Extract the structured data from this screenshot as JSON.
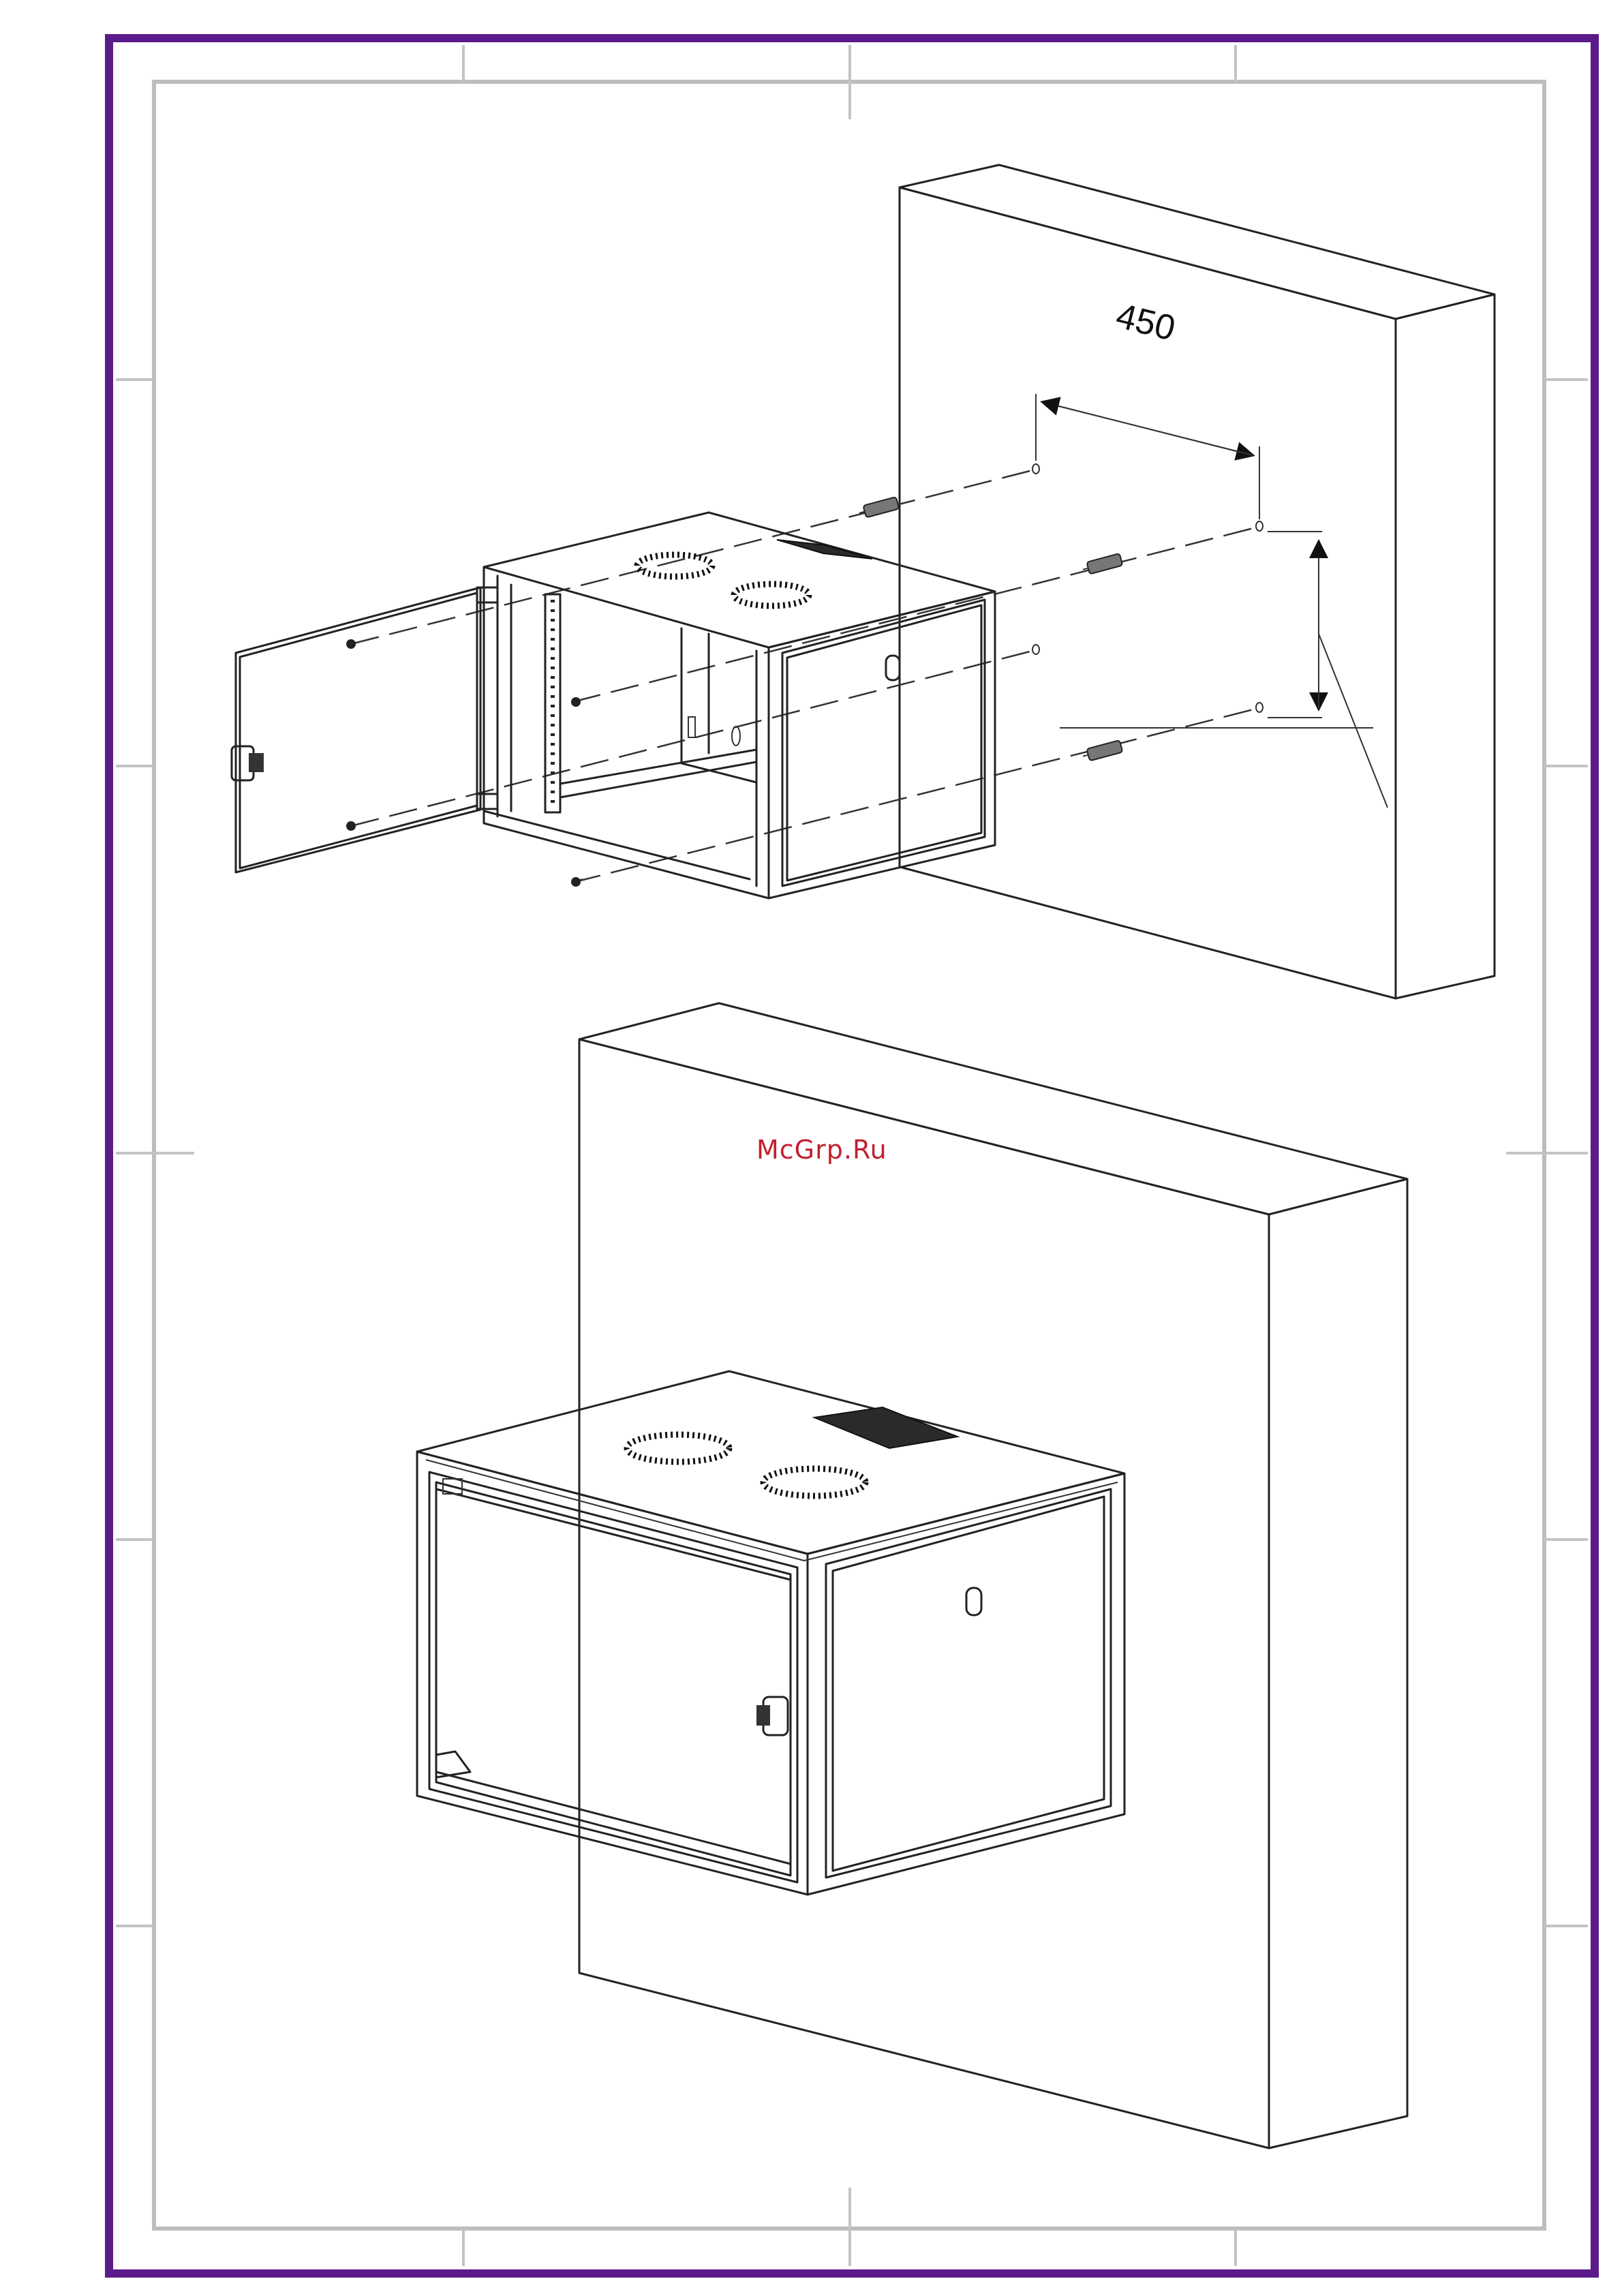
{
  "dimension": {
    "label": "450"
  },
  "watermark": {
    "text": "McGrp.Ru"
  },
  "colors": {
    "frame": "#5b1a8a",
    "inner_frame": "#bdbdbd",
    "watermark": "#c2202e",
    "lines": "#222222"
  },
  "views": [
    "cabinet-wall-mount-exploded",
    "cabinet-wall-mounted-assembled"
  ]
}
